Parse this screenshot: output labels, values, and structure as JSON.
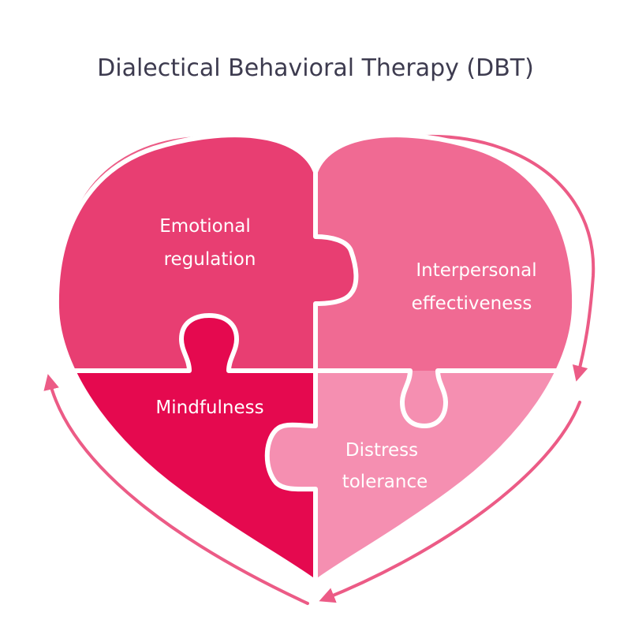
{
  "title": "Dialectical Behavioral Therapy (DBT)",
  "colors": {
    "background": "#ffffff",
    "title_text": "#3d3b4f",
    "cycle_arrow": "#ec5b86",
    "emotional_regulation": "#e83e72",
    "interpersonal_effectiveness": "#f06a93",
    "mindfulness": "#e5094f",
    "distress_tolerance": "#f58fb1",
    "label_text": "#ffffff"
  },
  "pieces": {
    "emotional_regulation": {
      "line1": "Emotional",
      "line2": "regulation"
    },
    "interpersonal_effectiveness": {
      "line1": "Interpersonal",
      "line2": "effectiveness"
    },
    "mindfulness": {
      "line1": "Mindfulness"
    },
    "distress_tolerance": {
      "line1": "Distress",
      "line2": "tolerance"
    }
  },
  "icons": {
    "cycle": "circular-arrows-icon"
  }
}
